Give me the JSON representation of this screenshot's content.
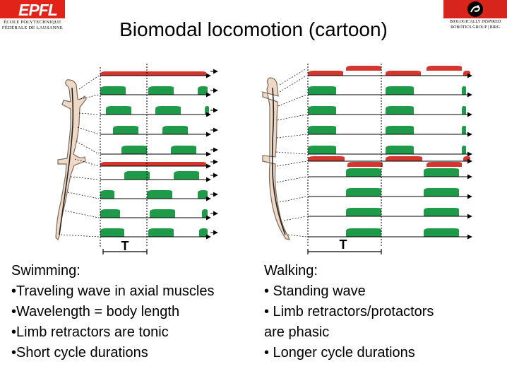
{
  "logo_left": {
    "mark": "EPFL",
    "line1": "ÉCOLE POLYTECHNIQUE",
    "line2": "FÉDÉRALE DE LAUSANNE"
  },
  "logo_right": {
    "line1": "BIOLOGICALLY INSPIRED",
    "line2": "ROBOTICS GROUP | BIRG"
  },
  "title": "Biomodal locomotion (cartoon)",
  "colors": {
    "axial": "#d4352e",
    "limb": "#1e9a48",
    "body": "#efd9c6",
    "body_stroke": "#7a6a5a"
  },
  "swimming": {
    "period_label": "T",
    "heading": "Swimming:",
    "bullets": [
      "•Traveling wave in axial muscles",
      "•Wavelength = body length",
      "•Limb retractors are tonic",
      "•Short cycle durations"
    ]
  },
  "walking": {
    "period_label": "T",
    "heading": "Walking:",
    "bullets": [
      "• Standing wave",
      "• Limb retractors/protactors",
      "are phasic",
      "• Longer cycle durations"
    ]
  }
}
